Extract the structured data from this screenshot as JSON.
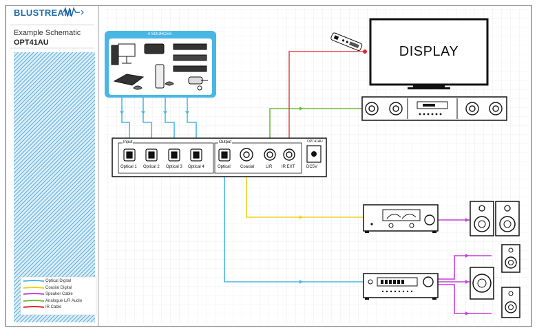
{
  "header": {
    "brand": "BLUSTREAM",
    "subtitle": "Example Schematic",
    "model": "OPT41AU"
  },
  "legend": [
    {
      "label": "Optical Digital",
      "color": "#48b7e6"
    },
    {
      "label": "Coaxial Digital",
      "color": "#f2d11a"
    },
    {
      "label": "Speaker Cable",
      "color": "#c43fd6"
    },
    {
      "label": "Analogue L/R Audio",
      "color": "#6cbf3a"
    },
    {
      "label": "IR Cable",
      "color": "#e2262b"
    }
  ],
  "sources": {
    "title": "4 SOURCES"
  },
  "display": {
    "label": "DISPLAY"
  },
  "device": {
    "model_tag": "OPT41AU",
    "input_group": "Input",
    "output_group": "Output",
    "ports": [
      {
        "label": "Optical 1"
      },
      {
        "label": "Optical 2"
      },
      {
        "label": "Optical 3"
      },
      {
        "label": "Optical 4"
      },
      {
        "label": "Optical"
      },
      {
        "label": "Coaxial"
      },
      {
        "label": "L/R"
      },
      {
        "label": "IR EXT"
      },
      {
        "label": "DC5V"
      }
    ]
  },
  "colors": {
    "brand": "#1f6aa8",
    "panel": "#48b7e6",
    "grid": "#e2e2e2"
  }
}
